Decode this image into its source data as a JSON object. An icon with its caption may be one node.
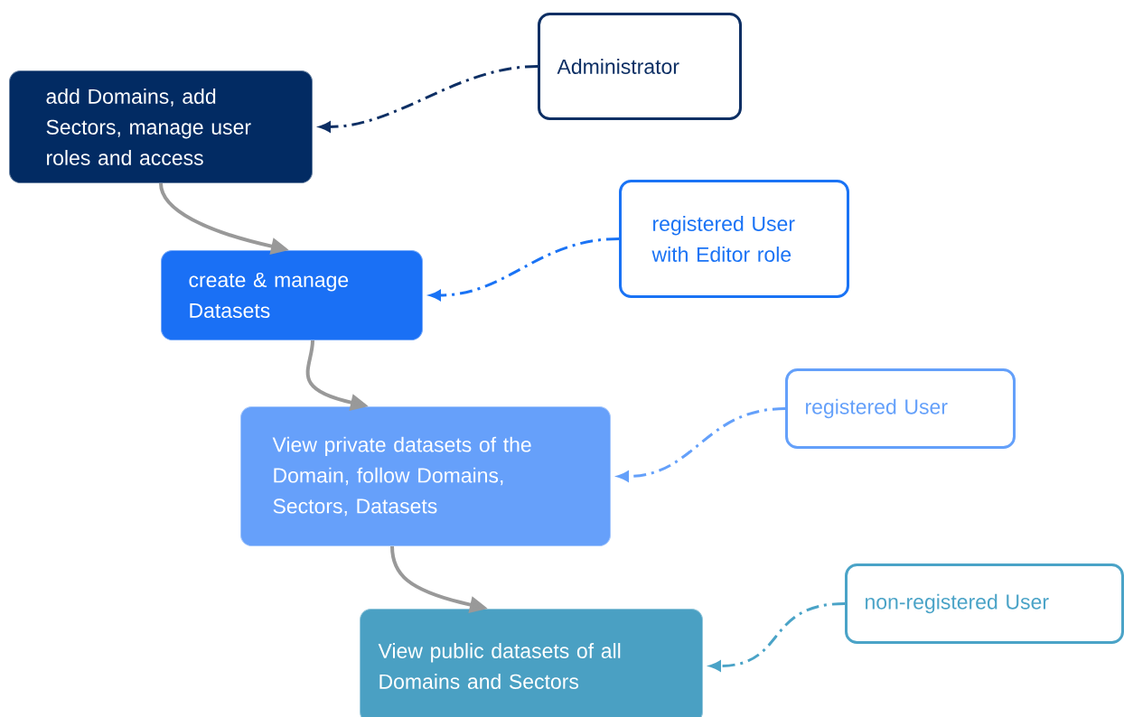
{
  "diagram": {
    "nodes": [
      {
        "text": [
          "add Domains, add Sectors, manage user roles and access"
        ]
      },
      {
        "text": [
          "Administrator"
        ]
      },
      {
        "text": [
          "create & manage Datasets"
        ]
      },
      {
        "text": [
          "registered User with Editor role"
        ]
      },
      {
        "text": [
          "View private datasets of the Domain, follow Domains, Sectors, Datasets"
        ]
      },
      {
        "text": [
          "registered User"
        ]
      },
      {
        "text": [
          "View public datasets of all Domains and Sectors"
        ]
      },
      {
        "text": [
          "non-registered User"
        ]
      }
    ],
    "edges": [
      {
        "from": 1,
        "to": 0,
        "arrow": "to",
        "style": "dashed",
        "color": "#0d2f64"
      },
      {
        "from": 0,
        "to": 2,
        "arrow": "to",
        "color": "#999999"
      },
      {
        "from": 3,
        "to": 2,
        "arrow": "to",
        "style": "dashed",
        "color": "#1a73f5"
      },
      {
        "from": 2,
        "to": 4,
        "arrow": "to",
        "color": "#999999"
      },
      {
        "from": 5,
        "to": 4,
        "arrow": "to",
        "style": "dashed",
        "color": "#64a0fa"
      },
      {
        "from": 4,
        "to": 6,
        "arrow": "to",
        "color": "#999999"
      },
      {
        "from": 7,
        "to": 6,
        "arrow": "to",
        "style": "dashed",
        "color": "#4aa3c7"
      }
    ]
  }
}
